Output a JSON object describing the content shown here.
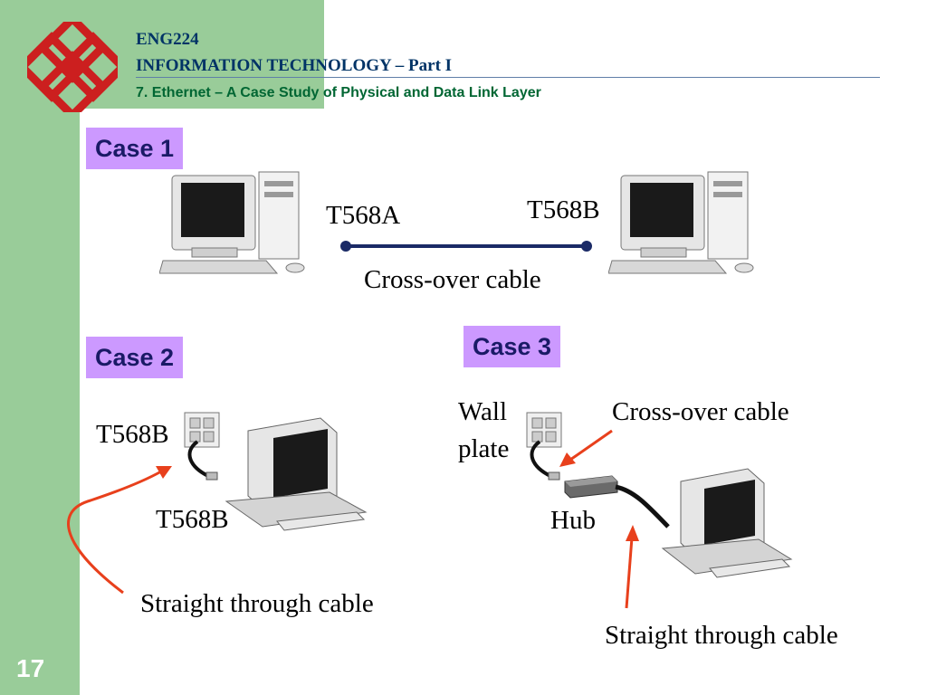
{
  "header": {
    "course": "ENG224",
    "subject": "INFORMATION TECHNOLOGY – Part I",
    "chapter": "7. Ethernet – A Case Study of Physical and Data Link Layer"
  },
  "case1": {
    "title": "Case 1",
    "left_standard": "T568A",
    "right_standard": "T568B",
    "cable": "Cross-over cable"
  },
  "case2": {
    "title": "Case 2",
    "wallplate_standard": "T568B",
    "pc_standard": "T568B",
    "cable": "Straight through cable"
  },
  "case3": {
    "title": "Case 3",
    "wallplate_line1": "Wall",
    "wallplate_line2": "plate",
    "crossover": "Cross-over cable",
    "hub": "Hub",
    "straight": "Straight through cable"
  },
  "footer": {
    "page_number": "17"
  },
  "colors": {
    "sidebar": "#99cc99",
    "case_box": "#cc99ff",
    "header_text": "#003366",
    "arrow": "#e8401c",
    "cable": "#1a2a66"
  }
}
